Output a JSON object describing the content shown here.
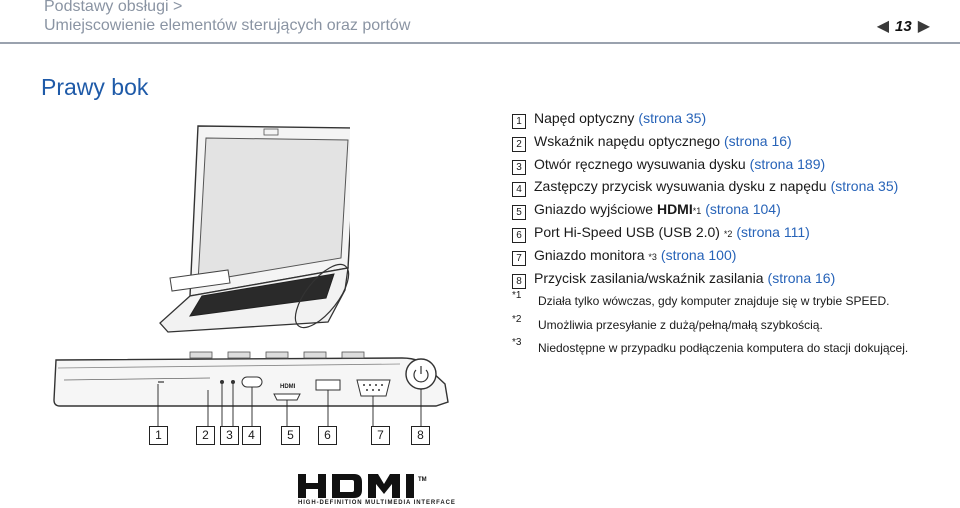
{
  "header": {
    "breadcrumb_1": "Podstawy obsługi >",
    "breadcrumb_2": "Umiejscowienie elementów sterujących oraz portów",
    "page_number": "13",
    "prev_arrow": "◀",
    "next_arrow": "▶"
  },
  "section_title": "Prawy bok",
  "items": [
    {
      "num": "1",
      "text": "Napęd optyczny",
      "link": "(strona 35)"
    },
    {
      "num": "2",
      "text": "Wskaźnik napędu optycznego",
      "link": "(strona 16)"
    },
    {
      "num": "3",
      "text": "Otwór ręcznego wysuwania dysku",
      "link": "(strona 189)"
    },
    {
      "num": "4",
      "text": "Zastępczy przycisk wysuwania dysku z napędu",
      "link": "(strona 35)"
    },
    {
      "num": "5",
      "text": "Gniazdo wyjściowe",
      "bold": "HDMI",
      "sup": "*1",
      "link": "(strona 104)"
    },
    {
      "num": "6",
      "text": "Port Hi-Speed USB (USB 2.0)",
      "sup": "*2",
      "link": "(strona 111)"
    },
    {
      "num": "7",
      "text": "Gniazdo monitora",
      "sup": "*3",
      "link": "(strona 100)"
    },
    {
      "num": "8",
      "text": "Przycisk zasilania/wskaźnik zasilania",
      "link": "(strona 16)"
    }
  ],
  "notes": [
    {
      "mark": "*1",
      "text": "Działa tylko wówczas, gdy komputer znajduje się w trybie SPEED."
    },
    {
      "mark": "*2",
      "text": "Umożliwia przesyłanie z dużą/pełną/małą szybkością."
    },
    {
      "mark": "*3",
      "text": "Niedostępne w przypadku podłączenia komputera do stacji dokującej."
    }
  ],
  "callouts": [
    "1",
    "2",
    "3",
    "4",
    "5",
    "6",
    "7",
    "8"
  ],
  "figure": {
    "port_label": "HDMI",
    "logo_text": "HDMI",
    "logo_tm": "TM",
    "logo_subtitle": "HIGH-DEFINITION MULTIMEDIA INTERFACE"
  },
  "colors": {
    "title": "#1e5aa8",
    "link": "#2763b8",
    "header": "#8a94a3"
  }
}
